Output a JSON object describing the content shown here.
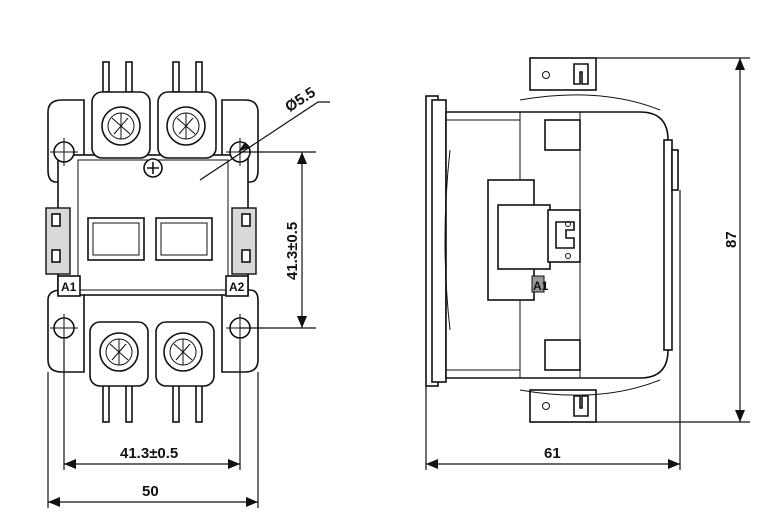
{
  "dimensions": {
    "hole_diameter": "Ø5.5",
    "hole_spacing_vertical": "41.3±0.5",
    "hole_spacing_horizontal": "41.3±0.5",
    "overall_width": "50",
    "side_width": "61",
    "overall_height": "87"
  },
  "terminals": {
    "left": "A1",
    "right": "A2",
    "side": "A1"
  }
}
